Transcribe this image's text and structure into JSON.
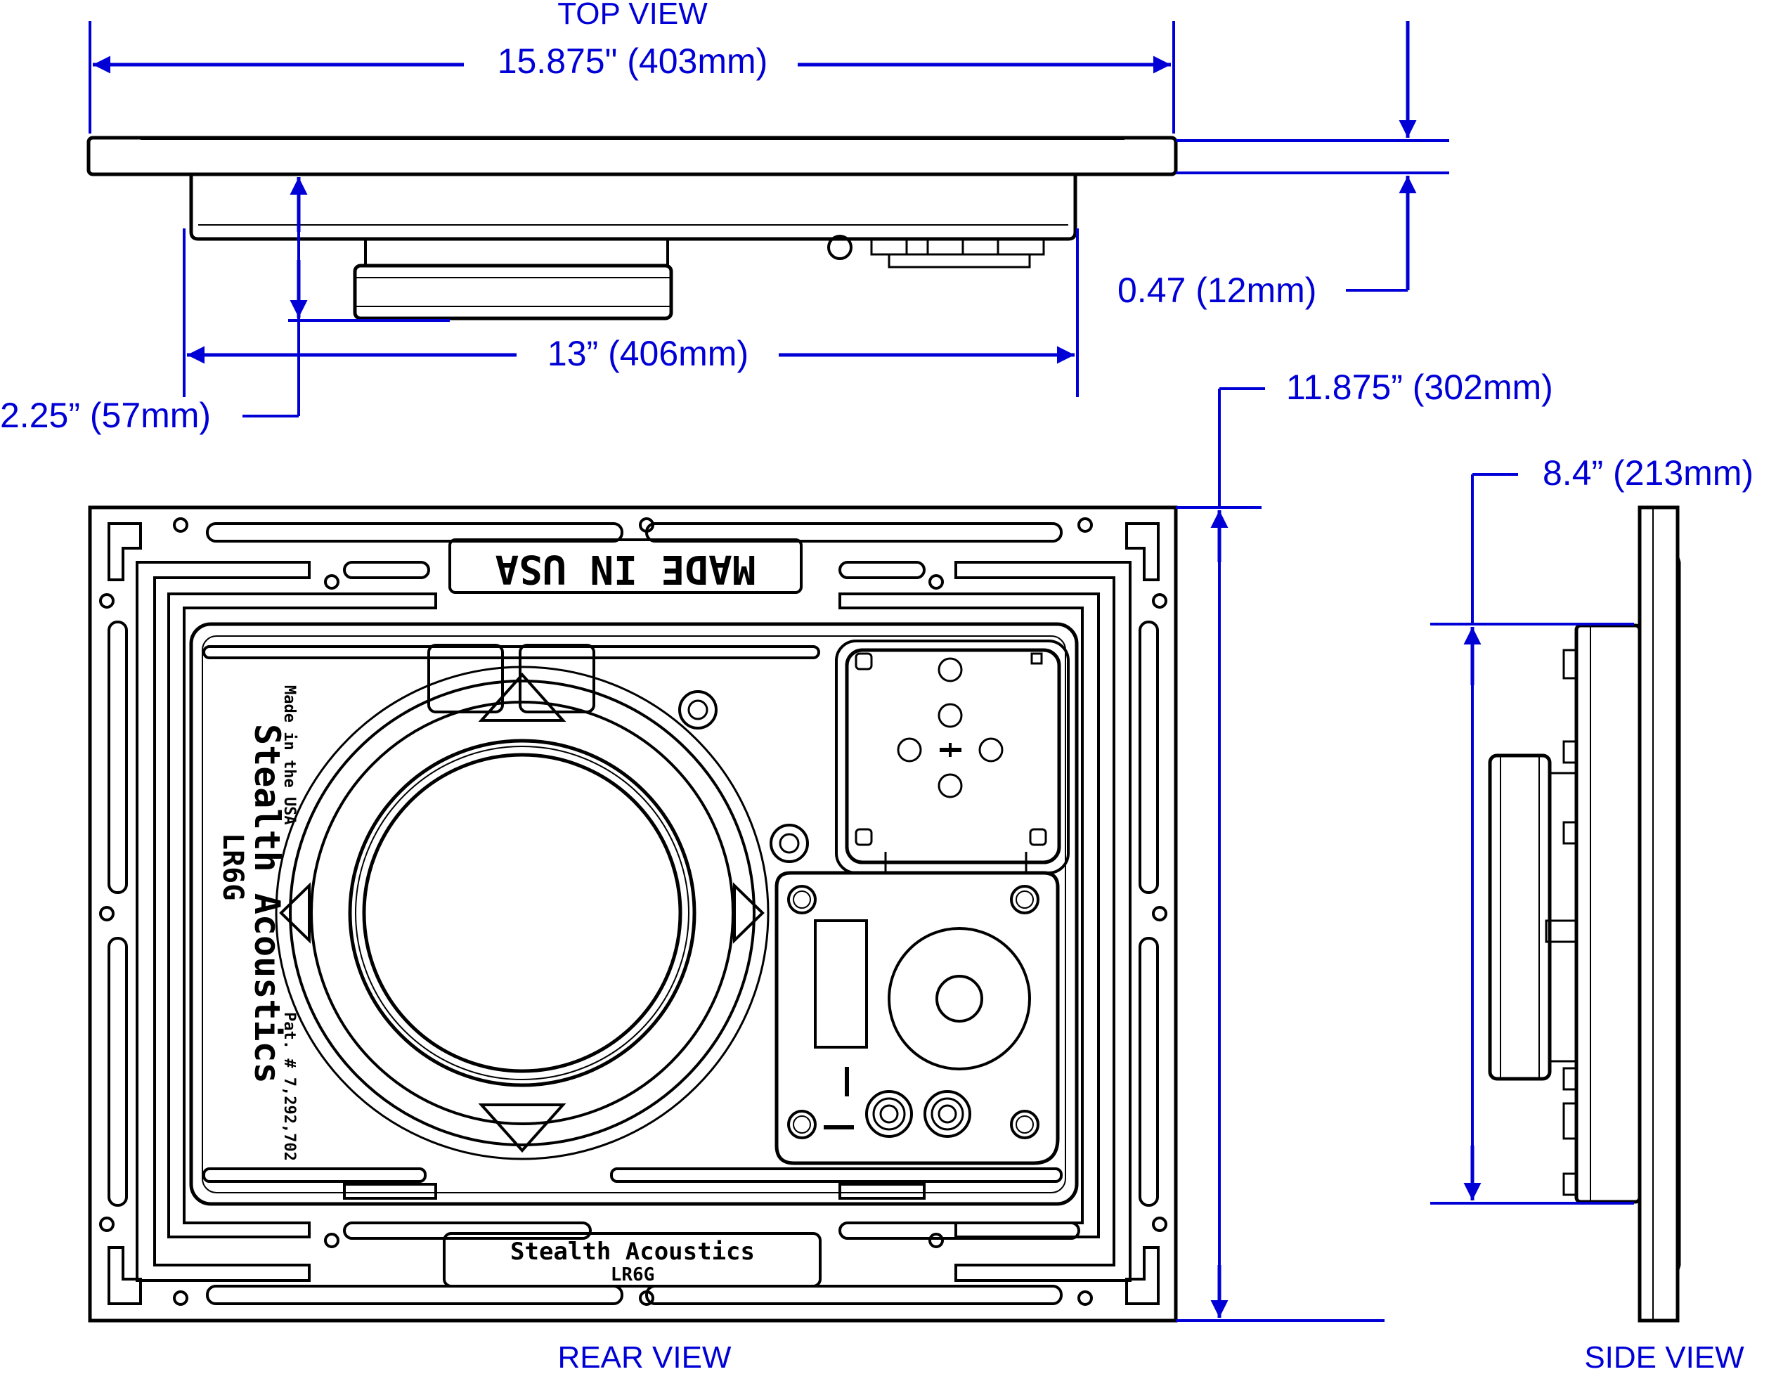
{
  "views": {
    "top": "TOP VIEW",
    "rear": "REAR VIEW",
    "side": "SIDE VIEW"
  },
  "dimensions": {
    "overall_width": "15.875\"  (403mm)",
    "cutout_width": "13” (406mm)",
    "depth": "2.25” (57mm)",
    "flange": "0.47  (12mm)",
    "overall_height": "11.875” (302mm)",
    "cutout_height": "8.4” (213mm)"
  },
  "engravings": {
    "made_in_usa": "MADE IN USA",
    "made_in_the_usa": "Made in the USA",
    "brand": "Stealth Acoustics",
    "model": "LR6G",
    "patent": "Pat. # 7,292,702"
  },
  "terminal_labels": {
    "plus": "+",
    "minus": "—"
  },
  "colors": {
    "dimension_color": "#0000d6",
    "drawing_color": "#000000"
  }
}
